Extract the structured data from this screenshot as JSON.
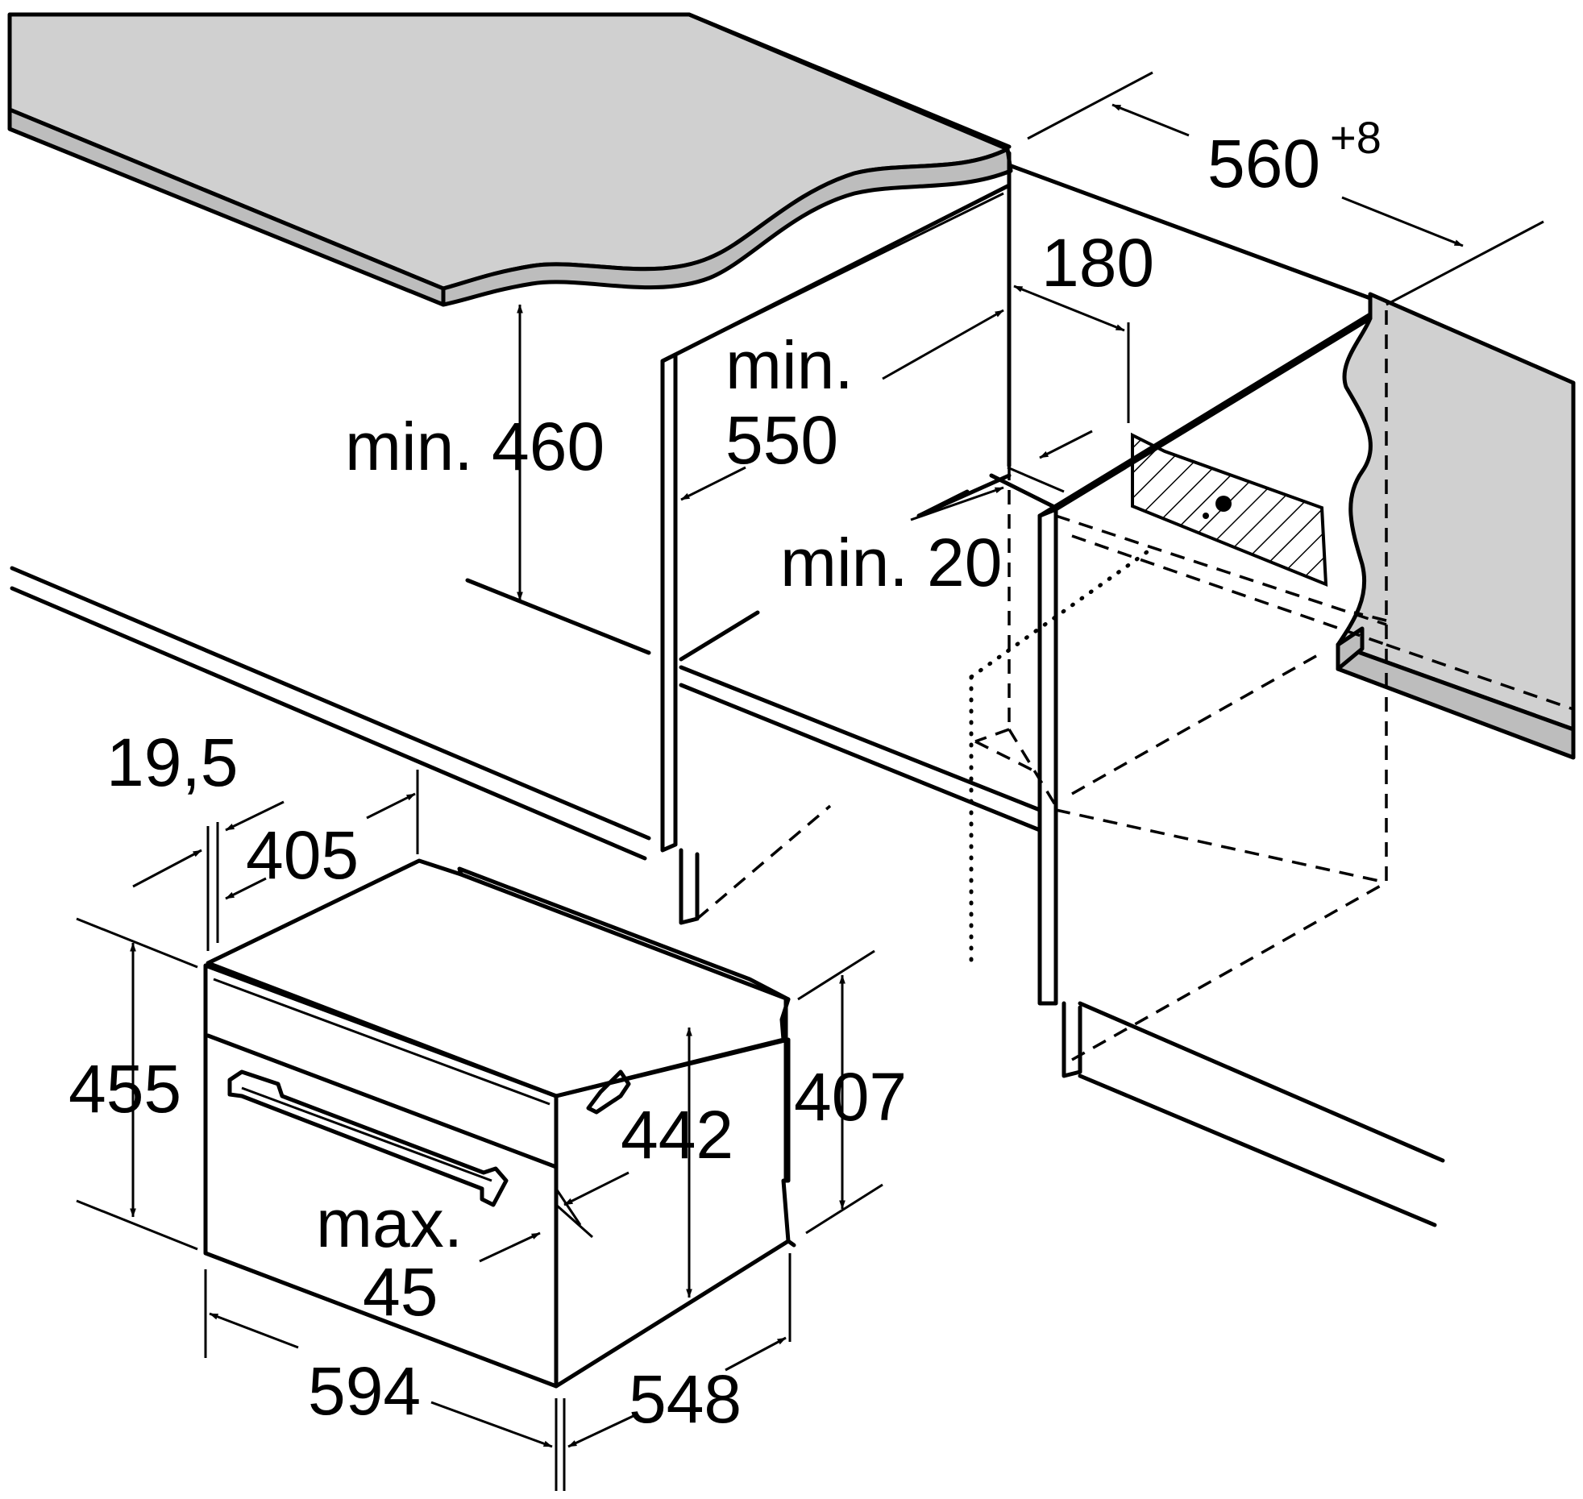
{
  "colors": {
    "line": "#000000",
    "worktop": "#d0d0d0",
    "worktop_edge": "#bdbdbd",
    "background": "#ffffff"
  },
  "dimensions": {
    "niche_width": "560",
    "niche_width_tolerance": "+8",
    "socket_offset": "180",
    "niche_depth_min": "min.",
    "niche_depth_value": "550",
    "niche_height_label": "min. 460",
    "ventilation_gap": "min. 20",
    "front_panel_thickness": "19,5",
    "body_depth": "405",
    "total_height": "455",
    "body_height_inner": "442",
    "side_height": "407",
    "door_overlap_max": "max.",
    "door_overlap_value": "45",
    "total_width": "594",
    "total_depth": "548"
  }
}
